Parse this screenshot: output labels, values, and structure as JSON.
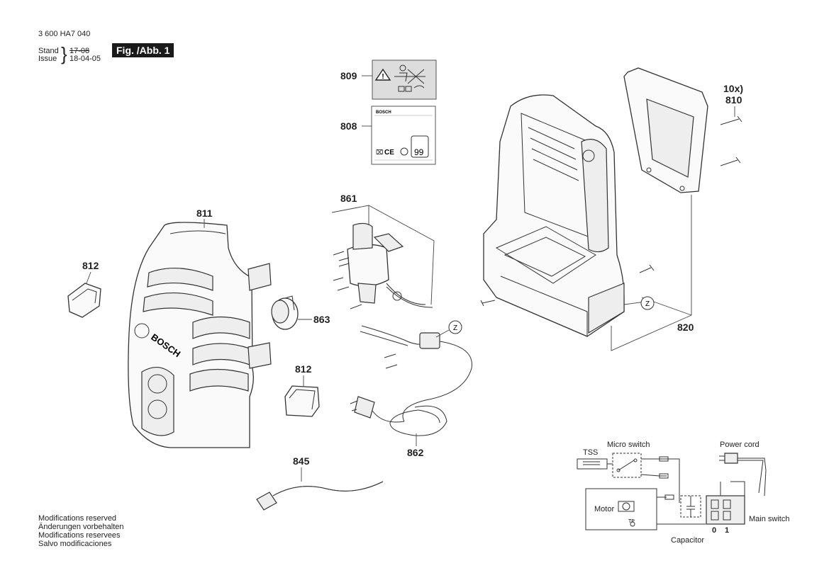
{
  "header": {
    "part_number": "3 600 HA7 040",
    "stand_label": "Stand",
    "stand_date": "17-08",
    "issue_label": "Issue",
    "issue_date": "18-04-05",
    "figure_label": "Fig. /Abb. 1"
  },
  "callouts": {
    "p809": "809",
    "p808": "808",
    "p861": "861",
    "p811": "811",
    "p812a": "812",
    "p812b": "812",
    "p863": "863",
    "p862": "862",
    "p845": "845",
    "p810_qty": "10x)",
    "p810": "810",
    "p820": "820",
    "detail_z1": "Z",
    "detail_z2": "Z"
  },
  "labels": {
    "sticker_brand": "BOSCH",
    "housing_brand": "BOSCH",
    "sticker_value": "99"
  },
  "wiring": {
    "tss": "TSS",
    "micro_switch": "Micro switch",
    "power_cord": "Power cord",
    "motor": "Motor",
    "thermal": "TP",
    "main_switch": "Main switch",
    "capacitor": "Capacitor",
    "pos_off": "0",
    "pos_on": "1"
  },
  "footer": {
    "lines": [
      "Modifications reserved",
      "Änderungen vorbehalten",
      "Modifications reservees",
      "Salvo modificaciones"
    ]
  }
}
